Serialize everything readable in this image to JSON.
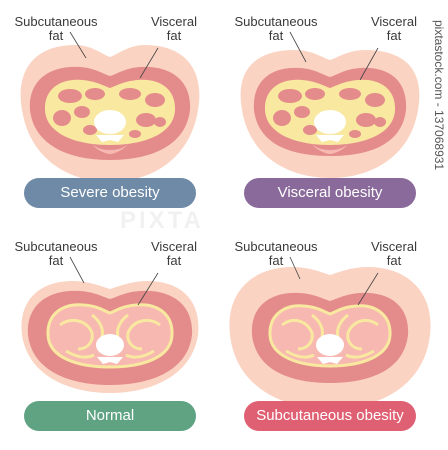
{
  "labels": {
    "subcutaneous_line1": "Subcutaneous",
    "subcutaneous_line2": "fat",
    "visceral_line1": "Visceral",
    "visceral_line2": "fat"
  },
  "panels": [
    {
      "title": "Severe obesity",
      "color": "#6e8aa6"
    },
    {
      "title": "Visceral obesity",
      "color": "#8a6a9a"
    },
    {
      "title": "Normal",
      "color": "#5fa383"
    },
    {
      "title": "Subcutaneous obesity",
      "color": "#e06073"
    }
  ],
  "watermark": "PIXTA",
  "stock_id": "pixtastock.com - 137068931",
  "colors": {
    "skin": "#fbd3c2",
    "muscle": "#e48b8c",
    "inner": "#f6b8b0",
    "fat": "#f9e8a0",
    "bone": "#ffffff"
  }
}
